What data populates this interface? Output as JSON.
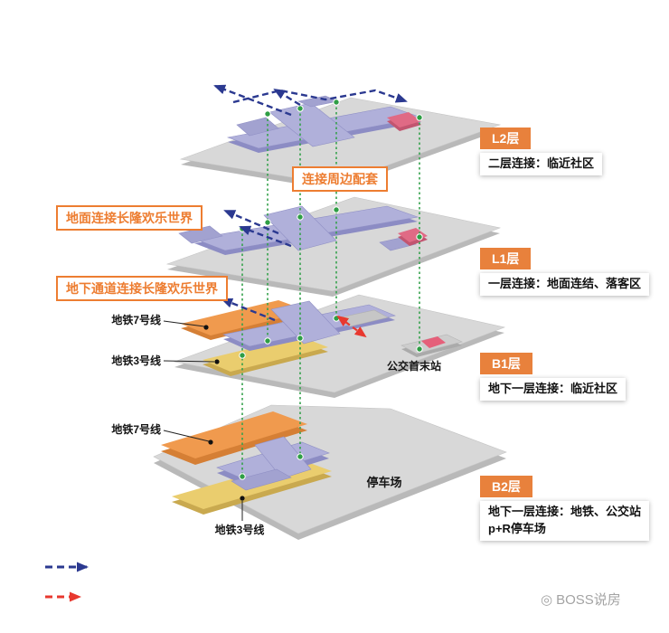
{
  "levels": [
    {
      "tag": "L2层",
      "desc": "二层连接：临近社区"
    },
    {
      "tag": "L1层",
      "desc": "一层连接：地面连结、落客区"
    },
    {
      "tag": "B1层",
      "desc": "地下一层连接：临近社区"
    },
    {
      "tag": "B2层",
      "desc": "地下一层连接：地铁、公交站",
      "desc2": "p+R停车场"
    }
  ],
  "callouts": {
    "periphery": "连接周边配套",
    "surface": "地面连接长隆欢乐世界",
    "underground": "地下通道连接长隆欢乐世界"
  },
  "annotations": {
    "b1_metro7": "地铁7号线",
    "b1_metro3": "地铁3号线",
    "b2_metro7": "地铁7号线",
    "b2_metro3": "地铁3号线",
    "bus_terminal": "公交首末站",
    "parking": "停车场"
  },
  "watermark": {
    "icon": "◎",
    "name": "BOSS说房"
  },
  "colors": {
    "label_orange": "#E8813C",
    "callout_orange": "#ED7D31",
    "arrow_navy": "#2B3990",
    "arrow_red": "#E8382F",
    "connector_green": "#35A24C",
    "building_purple": "#B0B0DA",
    "metro_line7_orange": "#F09A4E",
    "metro_line3_yellow": "#EACD6E",
    "accent_pink": "#E06A85",
    "plate_gray": "#D8D8D8"
  }
}
